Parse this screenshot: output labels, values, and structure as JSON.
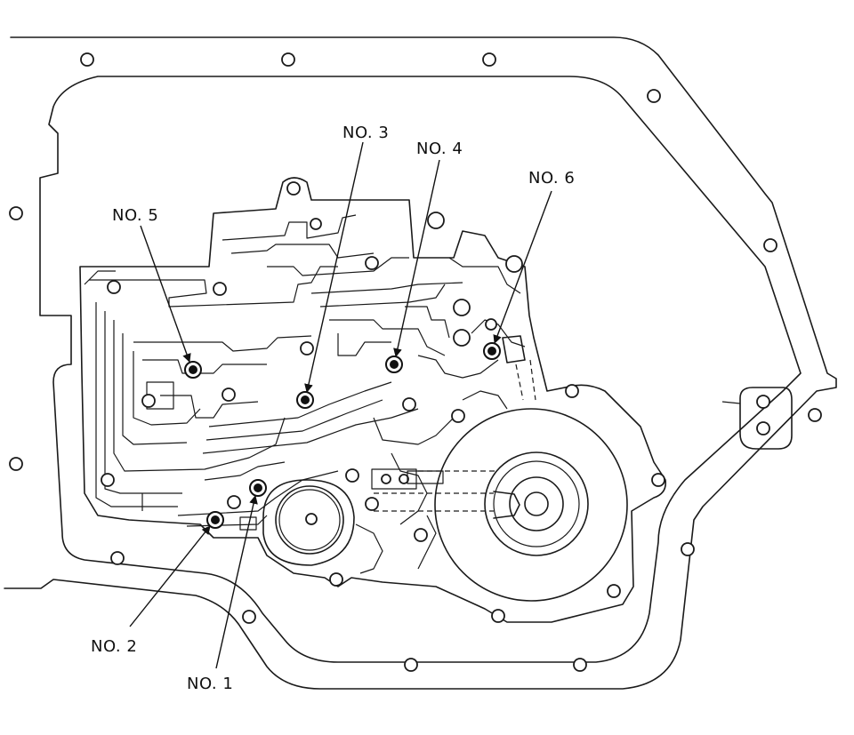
{
  "labels": {
    "no1": "NO. 1",
    "no2": "NO. 2",
    "no3": "NO. 3",
    "no4": "NO. 4",
    "no5": "NO. 5",
    "no6": "NO. 6"
  },
  "colors": {
    "line": "#1a1a1a",
    "background": "#ffffff"
  }
}
